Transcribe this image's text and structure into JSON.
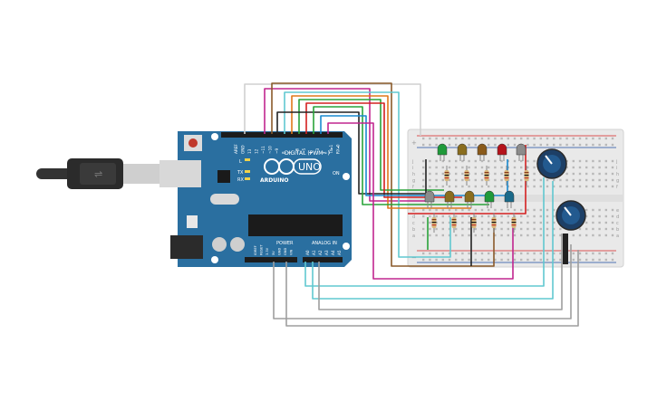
{
  "board": {
    "name": "UNO",
    "brand": "ARDUINO",
    "digital_label": "DIGITAL (PWM~)",
    "power_label": "POWER",
    "analog_label": "ANALOG IN",
    "on_label": "ON",
    "tx_label": "TX",
    "rx_label": "RX",
    "l_label": "L",
    "aref_label": "AREF",
    "gnd_label": "GND",
    "digital_pins": [
      "13",
      "12",
      "~11",
      "~10",
      "~9",
      "8",
      "7",
      "~6",
      "~5",
      "4",
      "~3",
      "2",
      "TX▸1",
      "RX◂0"
    ],
    "power_pins": [
      "IOREF",
      "RESET",
      "3.3V",
      "5V",
      "GND",
      "GND",
      "VIN"
    ],
    "analog_pins": [
      "A0",
      "A1",
      "A2",
      "A3",
      "A4",
      "A5"
    ]
  },
  "breadboard": {
    "row_letters_top": [
      "j",
      "i",
      "h",
      "g",
      "f"
    ],
    "row_letters_bottom": [
      "e",
      "d",
      "c",
      "b",
      "a"
    ],
    "plus": "+",
    "minus": "−"
  },
  "components": {
    "leds_top": [
      {
        "color": "#1f9a3a"
      },
      {
        "color": "#8a6d1e"
      },
      {
        "color": "#8a5a1a"
      },
      {
        "color": "#b5131b"
      },
      {
        "color": "#8c8c8c"
      }
    ],
    "leds_bottom": [
      {
        "color": "#8c8c8c"
      },
      {
        "color": "#8a6d1e"
      },
      {
        "color": "#8a6d1e"
      },
      {
        "color": "#1f9a3a"
      },
      {
        "color": "#1a6a8a"
      }
    ],
    "potentiometers": 2
  },
  "colors": {
    "board_blue": "#2a6fa0",
    "breadboard": "#e9e9e9",
    "wire_gray": "#9e9e9e",
    "wire_cyan": "#60c8d0",
    "wire_magenta": "#c1268f",
    "wire_orange": "#e0781a",
    "wire_green": "#2aa33a",
    "wire_red": "#d42020",
    "wire_brown": "#8a5a2a",
    "wire_black": "#222222",
    "wire_blue": "#1a8ad0"
  }
}
